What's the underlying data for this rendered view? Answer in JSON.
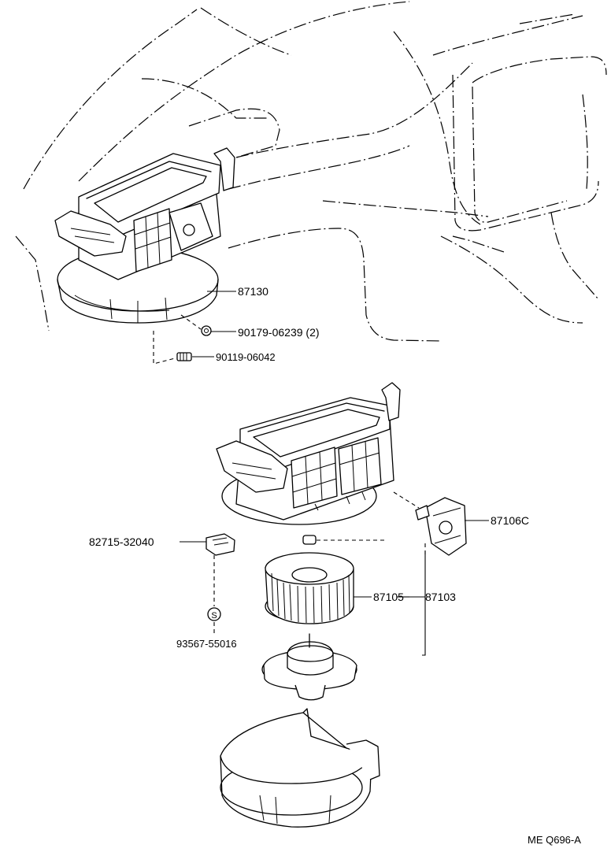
{
  "diagram": {
    "parts": [
      {
        "id": "p87130",
        "number": "87130"
      },
      {
        "id": "p90179",
        "number": "90179-06239 (2)"
      },
      {
        "id": "p90119",
        "number": "90119-06042"
      },
      {
        "id": "p87106C",
        "number": "87106C"
      },
      {
        "id": "p82715",
        "number": "82715-32040"
      },
      {
        "id": "p87105",
        "number": "87105"
      },
      {
        "id": "p87103",
        "number": "87103"
      },
      {
        "id": "p93567",
        "number": "93567-55016"
      }
    ],
    "figure_code": "ME Q696-A",
    "s_marker": "S"
  }
}
